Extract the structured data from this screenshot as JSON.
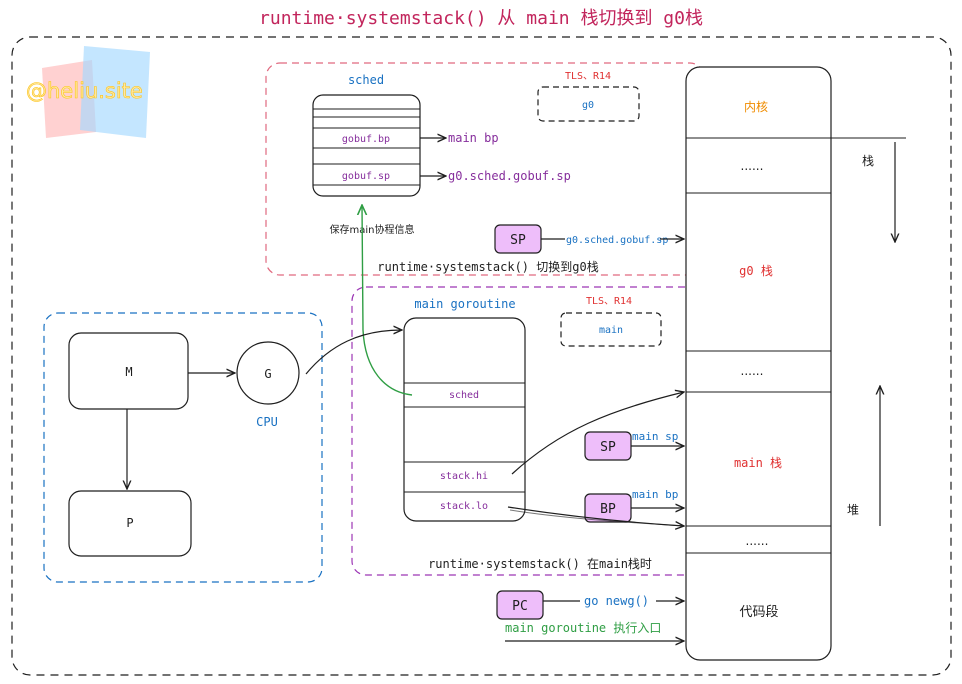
{
  "title": "runtime·systemstack() 从 main 栈切换到 g0栈",
  "watermark": "@heliu.site",
  "sched_box": {
    "title": "sched",
    "bp_field": "gobuf.bp",
    "sp_field": "gobuf.sp",
    "bp_target": "main bp",
    "sp_target": "g0.sched.gobuf.sp",
    "save_note": "保存main协程信息",
    "tls_label": "TLS、R14",
    "tls_value": "g0",
    "sp_register": "SP",
    "caption": "runtime·systemstack() 切换到g0栈"
  },
  "main_goroutine": {
    "title": "main goroutine",
    "sched_field": "sched",
    "stack_hi": "stack.hi",
    "stack_lo": "stack.lo",
    "tls_label": "TLS、R14",
    "tls_value": "main",
    "sp_register": "SP",
    "sp_target": "main sp",
    "bp_register": "BP",
    "bp_target": "main bp",
    "caption": "runtime·systemstack() 在main栈时"
  },
  "cpu": {
    "m_label": "M",
    "p_label": "P",
    "g_label": "G",
    "caption": "CPU"
  },
  "memory": {
    "kernel": "内核",
    "dots": "......",
    "g0_stack": "g0 栈",
    "main_stack": "main 栈",
    "code_segment": "代码段",
    "stack_label": "栈",
    "heap_label": "堆"
  },
  "pc": {
    "register": "PC",
    "target": "go newg()",
    "entry": "main goroutine 执行入口"
  },
  "colors": {
    "title": "#c2255c",
    "pink_dash": "#e0697f",
    "purple_dash": "#9c36b5",
    "blue_dash": "#1971c2",
    "register_fill": "#eebefa",
    "green": "#2f9e44",
    "orange": "#e8590c",
    "red": "#e03131",
    "kernel": "#f08c00"
  }
}
